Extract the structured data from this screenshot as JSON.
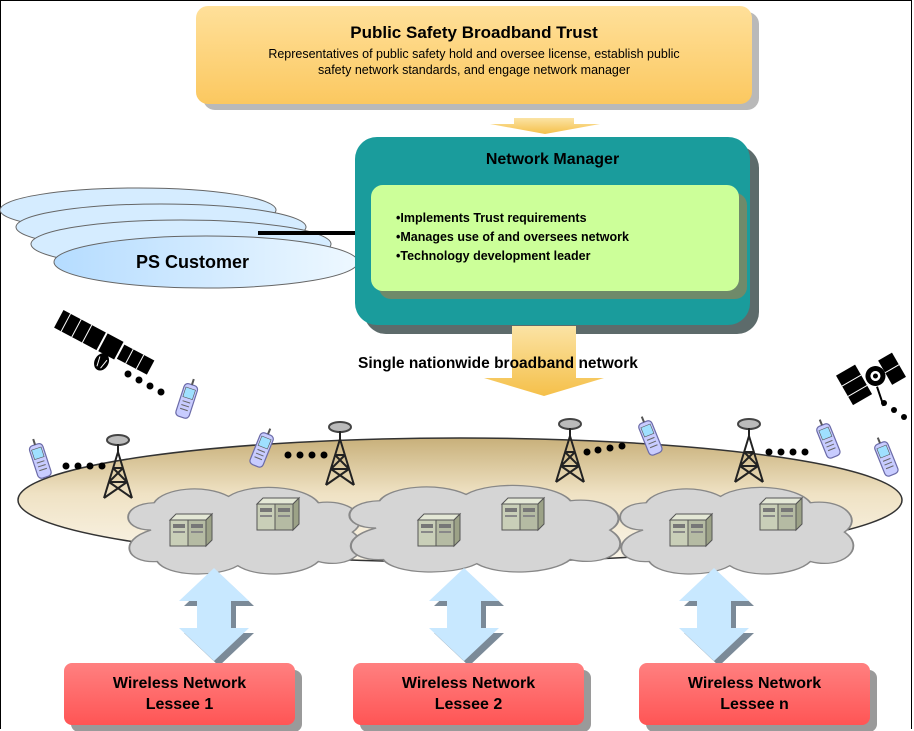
{
  "trust": {
    "title": "Public Safety Broadband Trust",
    "description_line1": "Representatives of public safety hold and oversee license, establish public",
    "description_line2": "safety network standards, and engage network manager"
  },
  "network_manager": {
    "title": "Network Manager",
    "items": [
      "•Implements Trust requirements",
      "•Manages use of and oversees network",
      "•Technology development leader"
    ]
  },
  "ps_customer": {
    "label": "PS Customer"
  },
  "network": {
    "label": "Single nationwide broadband network"
  },
  "lessees": [
    {
      "line1": "Wireless Network",
      "line2": "Lessee 1"
    },
    {
      "line1": "Wireless Network",
      "line2": "Lessee 2"
    },
    {
      "line1": "Wireless Network",
      "line2": "Lessee n"
    }
  ],
  "colors": {
    "trust_fill": "#fdd580",
    "manager_outer": "#1a9c9c",
    "manager_inner": "#ccff99",
    "customer_fill": "#cce8ff",
    "network_fill": "#e6d2a6",
    "cloud_fill": "#d8d8d8",
    "lessee_fill": "#ff6666",
    "arrow_fill": "#c8e8ff"
  }
}
